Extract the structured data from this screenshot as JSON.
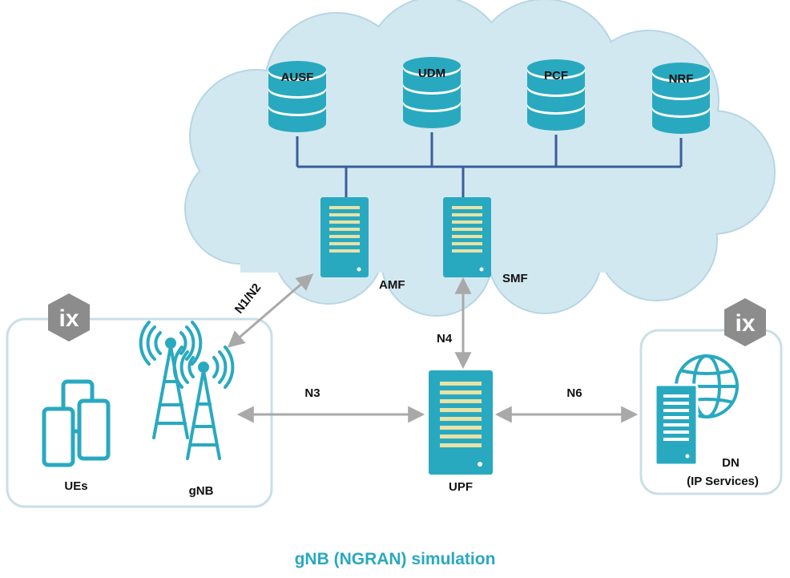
{
  "colors": {
    "accent": "#29a9c0",
    "accent_dark": "#1f8ea3",
    "cloud_fill": "#d2e8f0",
    "cloud_stroke": "#b7d6e3",
    "bus_line": "#3a5d9c",
    "arrow": "#a9a9a9",
    "box_stroke": "#c9dfe8",
    "hex_badge": "#8c8c8c",
    "caption": "#29a9c0",
    "server_slot": "#e8e2a6"
  },
  "databases": [
    {
      "label": "AUSF"
    },
    {
      "label": "UDM"
    },
    {
      "label": "PCF"
    },
    {
      "label": "NRF"
    }
  ],
  "servers": {
    "amf": "AMF",
    "smf": "SMF",
    "upf": "UPF"
  },
  "interfaces": {
    "n1n2": "N1/N2",
    "n3": "N3",
    "n4": "N4",
    "n6": "N6"
  },
  "ran": {
    "ues_label": "UEs",
    "gnb_label": "gNB",
    "badge_text": "ix"
  },
  "dn": {
    "label_line1": "DN",
    "label_line2": "(IP Services)",
    "badge_text": "ix"
  },
  "caption": "gNB (NGRAN) simulation"
}
